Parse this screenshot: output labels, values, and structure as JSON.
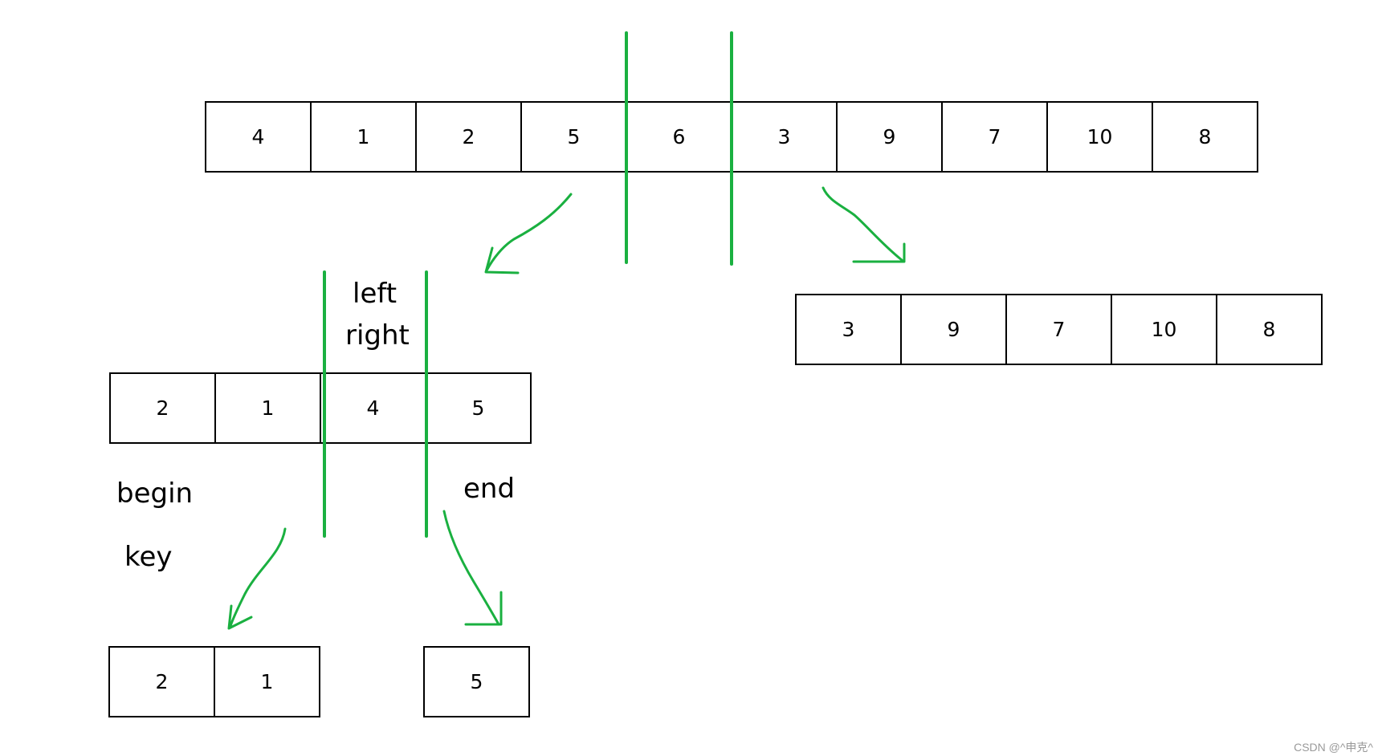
{
  "arrays": {
    "top": [
      "4",
      "1",
      "2",
      "5",
      "6",
      "3",
      "9",
      "7",
      "10",
      "8"
    ],
    "left_mid": [
      "2",
      "1",
      "4",
      "5"
    ],
    "right_mid": [
      "3",
      "9",
      "7",
      "10",
      "8"
    ],
    "bottom_left": [
      "2",
      "1"
    ],
    "bottom_right": [
      "5"
    ]
  },
  "labels": {
    "left": "left",
    "right": "right",
    "begin": "begin",
    "end": "end",
    "key": "key"
  },
  "colors": {
    "marker": "#1ab040",
    "cell_border": "#000000"
  },
  "watermark": "CSDN @^申克^"
}
